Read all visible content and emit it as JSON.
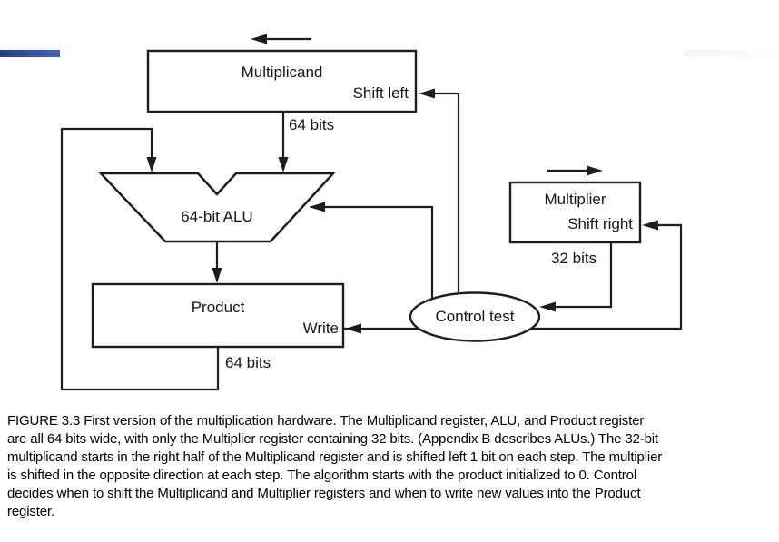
{
  "diagram": {
    "multiplicand": {
      "label": "Multiplicand",
      "action": "Shift left",
      "bus": "64 bits"
    },
    "alu": {
      "label": "64-bit ALU"
    },
    "multiplier": {
      "label": "Multiplier",
      "action": "Shift right",
      "bus": "32 bits"
    },
    "product": {
      "label": "Product",
      "action": "Write",
      "bus": "64 bits"
    },
    "control": {
      "label": "Control test"
    }
  },
  "caption": {
    "lines": [
      "FIGURE 3.3   First version of the multiplication hardware. The Multiplicand register, ALU, and Product register",
      "are all 64 bits wide, with only the Multiplier register containing 32 bits. (Appendix B describes ALUs.) The 32-bit",
      "multiplicand starts in the right half of the Multiplicand register and is shifted left 1 bit on each step. The multiplier",
      "is shifted in the opposite direction at each step. The algorithm starts with the product initialized to 0. Control",
      "decides when to shift the Multiplicand and Multiplier registers and when to write new values into the Product",
      "register."
    ]
  },
  "colors": {
    "accent_start": "#2c3e8e",
    "accent_end": "#3f65c5",
    "accent_faint": "#f3f4fb",
    "line": "#1c1c1c",
    "background": "#ffffff"
  }
}
